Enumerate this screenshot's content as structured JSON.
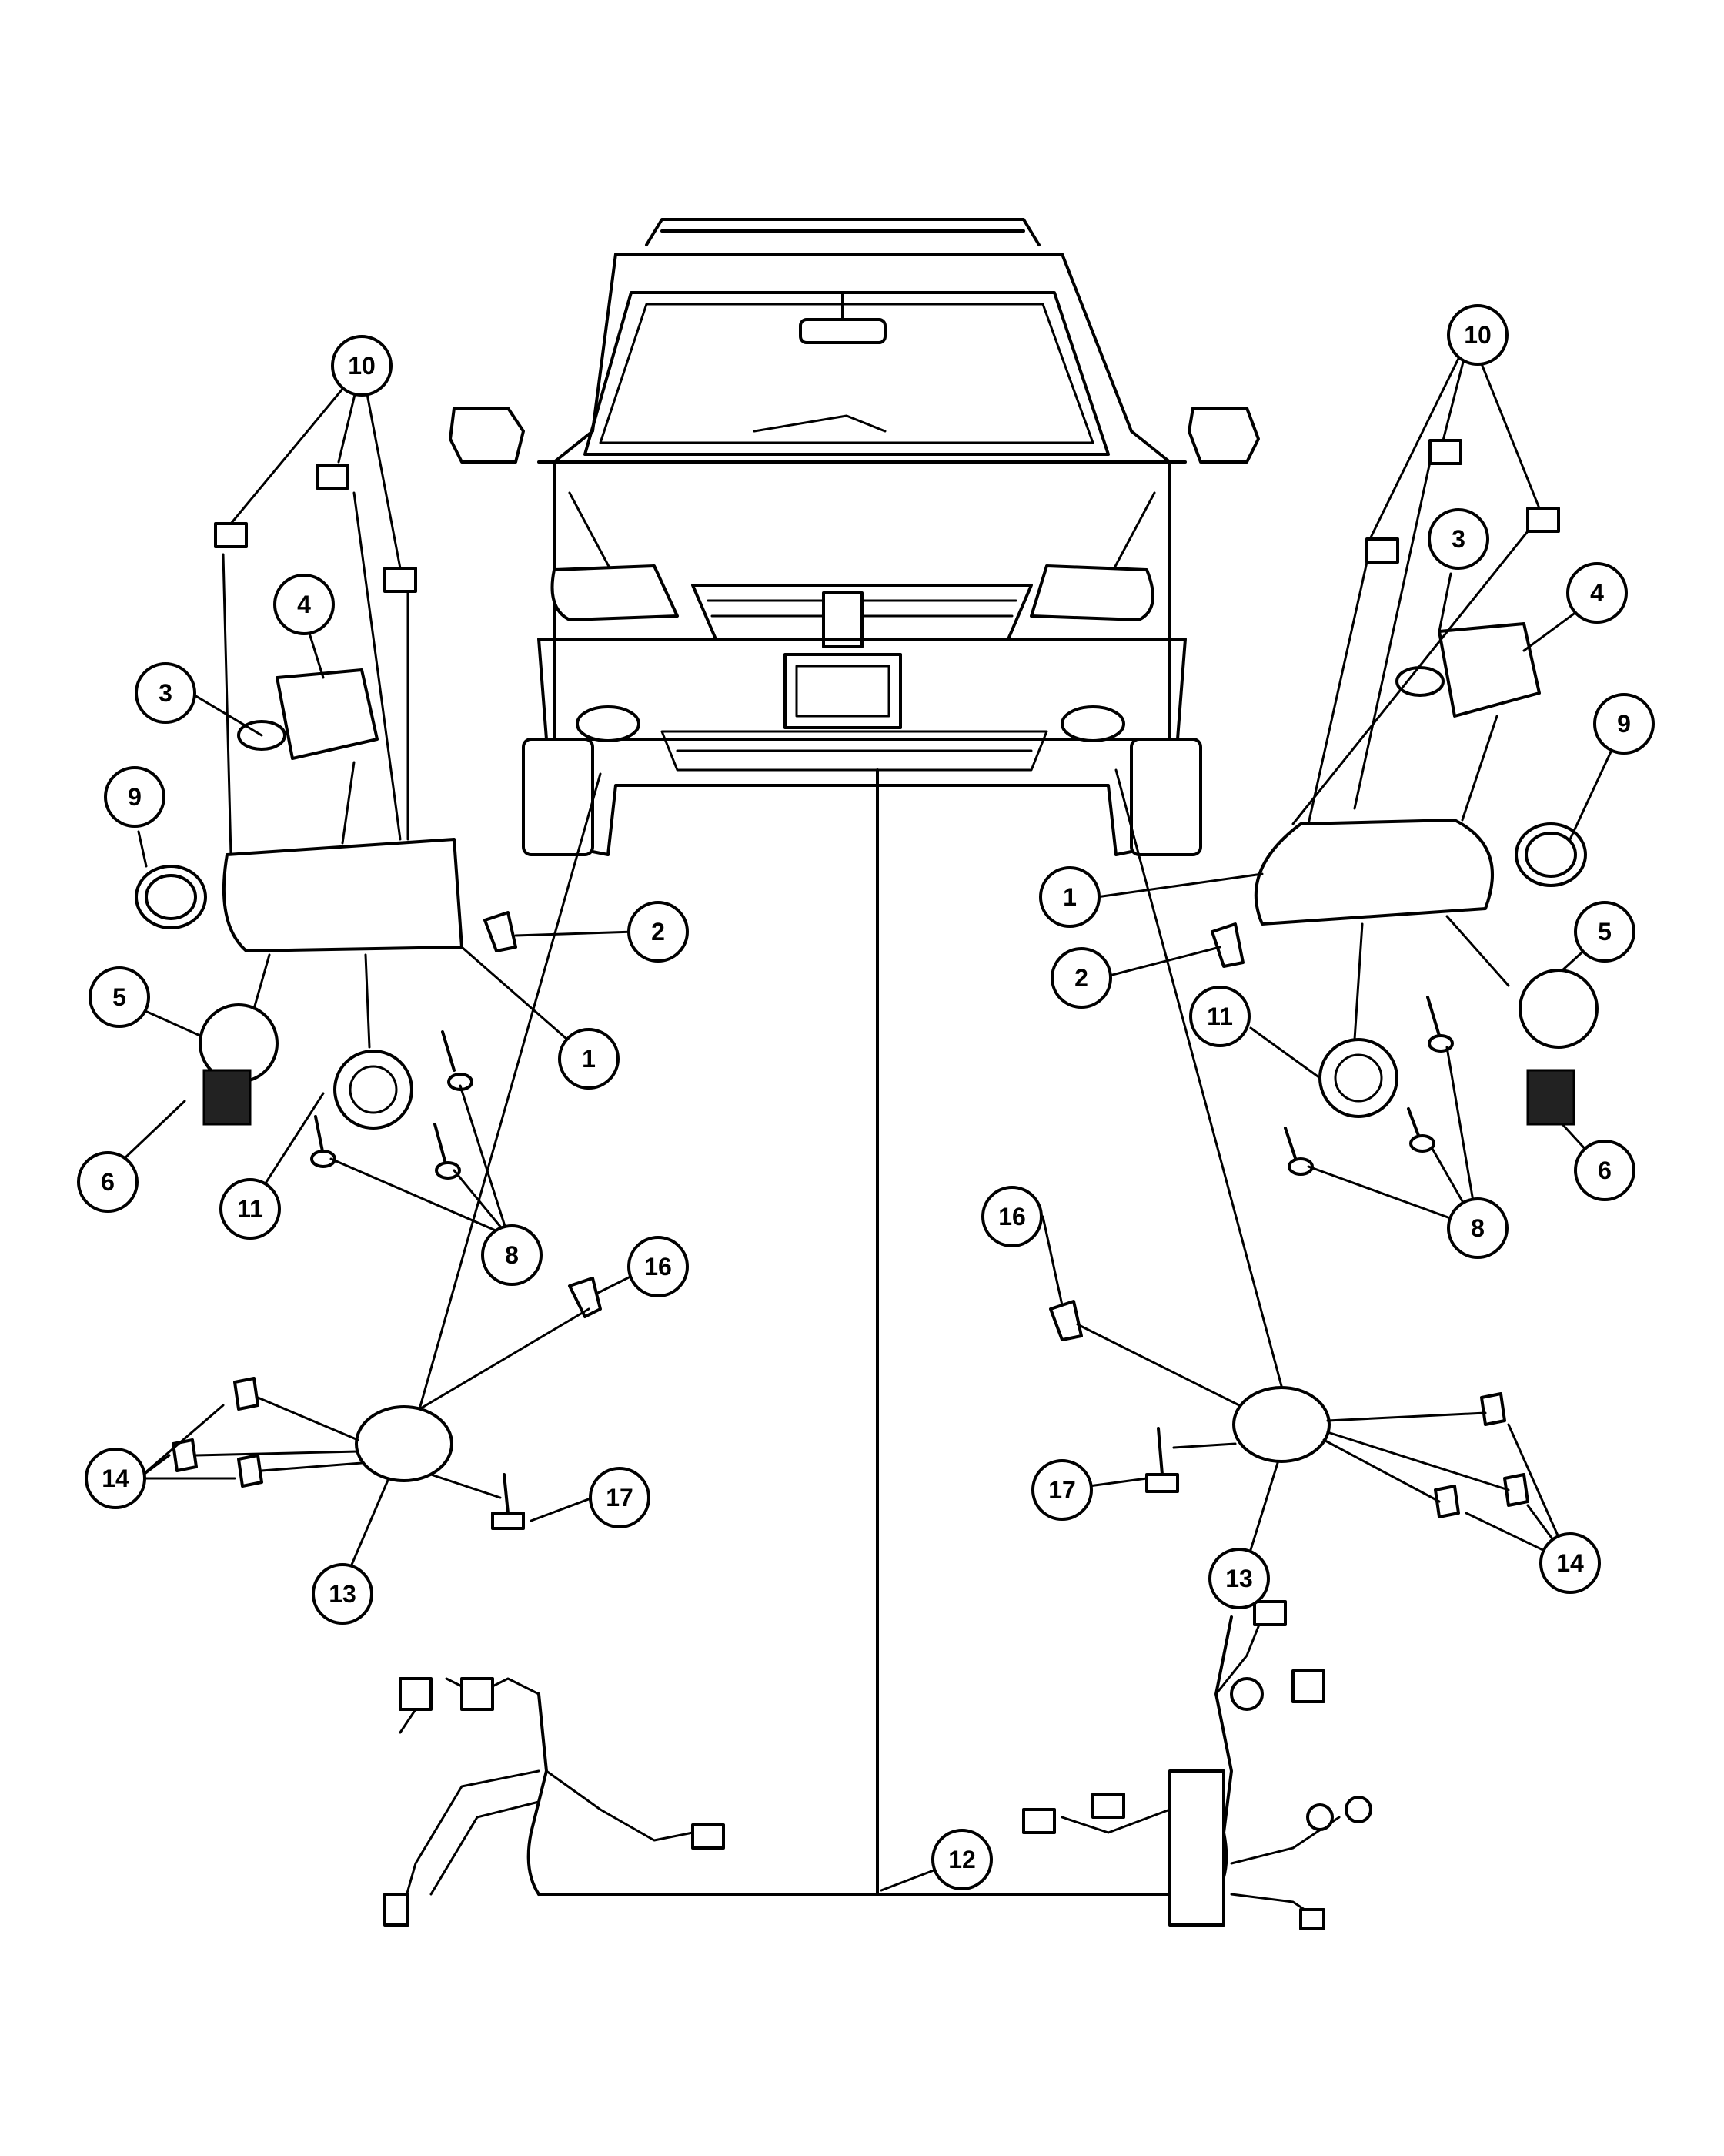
{
  "callouts": [
    {
      "id": "left-10",
      "number": "10"
    },
    {
      "id": "left-4",
      "number": "4"
    },
    {
      "id": "left-3",
      "number": "3"
    },
    {
      "id": "left-9",
      "number": "9"
    },
    {
      "id": "left-2",
      "number": "2"
    },
    {
      "id": "left-5",
      "number": "5"
    },
    {
      "id": "left-1",
      "number": "1"
    },
    {
      "id": "left-6",
      "number": "6"
    },
    {
      "id": "left-11",
      "number": "11"
    },
    {
      "id": "left-8",
      "number": "8"
    },
    {
      "id": "left-16",
      "number": "16"
    },
    {
      "id": "left-14",
      "number": "14"
    },
    {
      "id": "left-17",
      "number": "17"
    },
    {
      "id": "left-13",
      "number": "13"
    },
    {
      "id": "right-10",
      "number": "10"
    },
    {
      "id": "right-3",
      "number": "3"
    },
    {
      "id": "right-4",
      "number": "4"
    },
    {
      "id": "right-9",
      "number": "9"
    },
    {
      "id": "right-1",
      "number": "1"
    },
    {
      "id": "right-5",
      "number": "5"
    },
    {
      "id": "right-2",
      "number": "2"
    },
    {
      "id": "right-11",
      "number": "11"
    },
    {
      "id": "right-6",
      "number": "6"
    },
    {
      "id": "right-8",
      "number": "8"
    },
    {
      "id": "right-16",
      "number": "16"
    },
    {
      "id": "right-17",
      "number": "17"
    },
    {
      "id": "right-14",
      "number": "14"
    },
    {
      "id": "right-13",
      "number": "13"
    },
    {
      "id": "center-12",
      "number": "12"
    }
  ]
}
